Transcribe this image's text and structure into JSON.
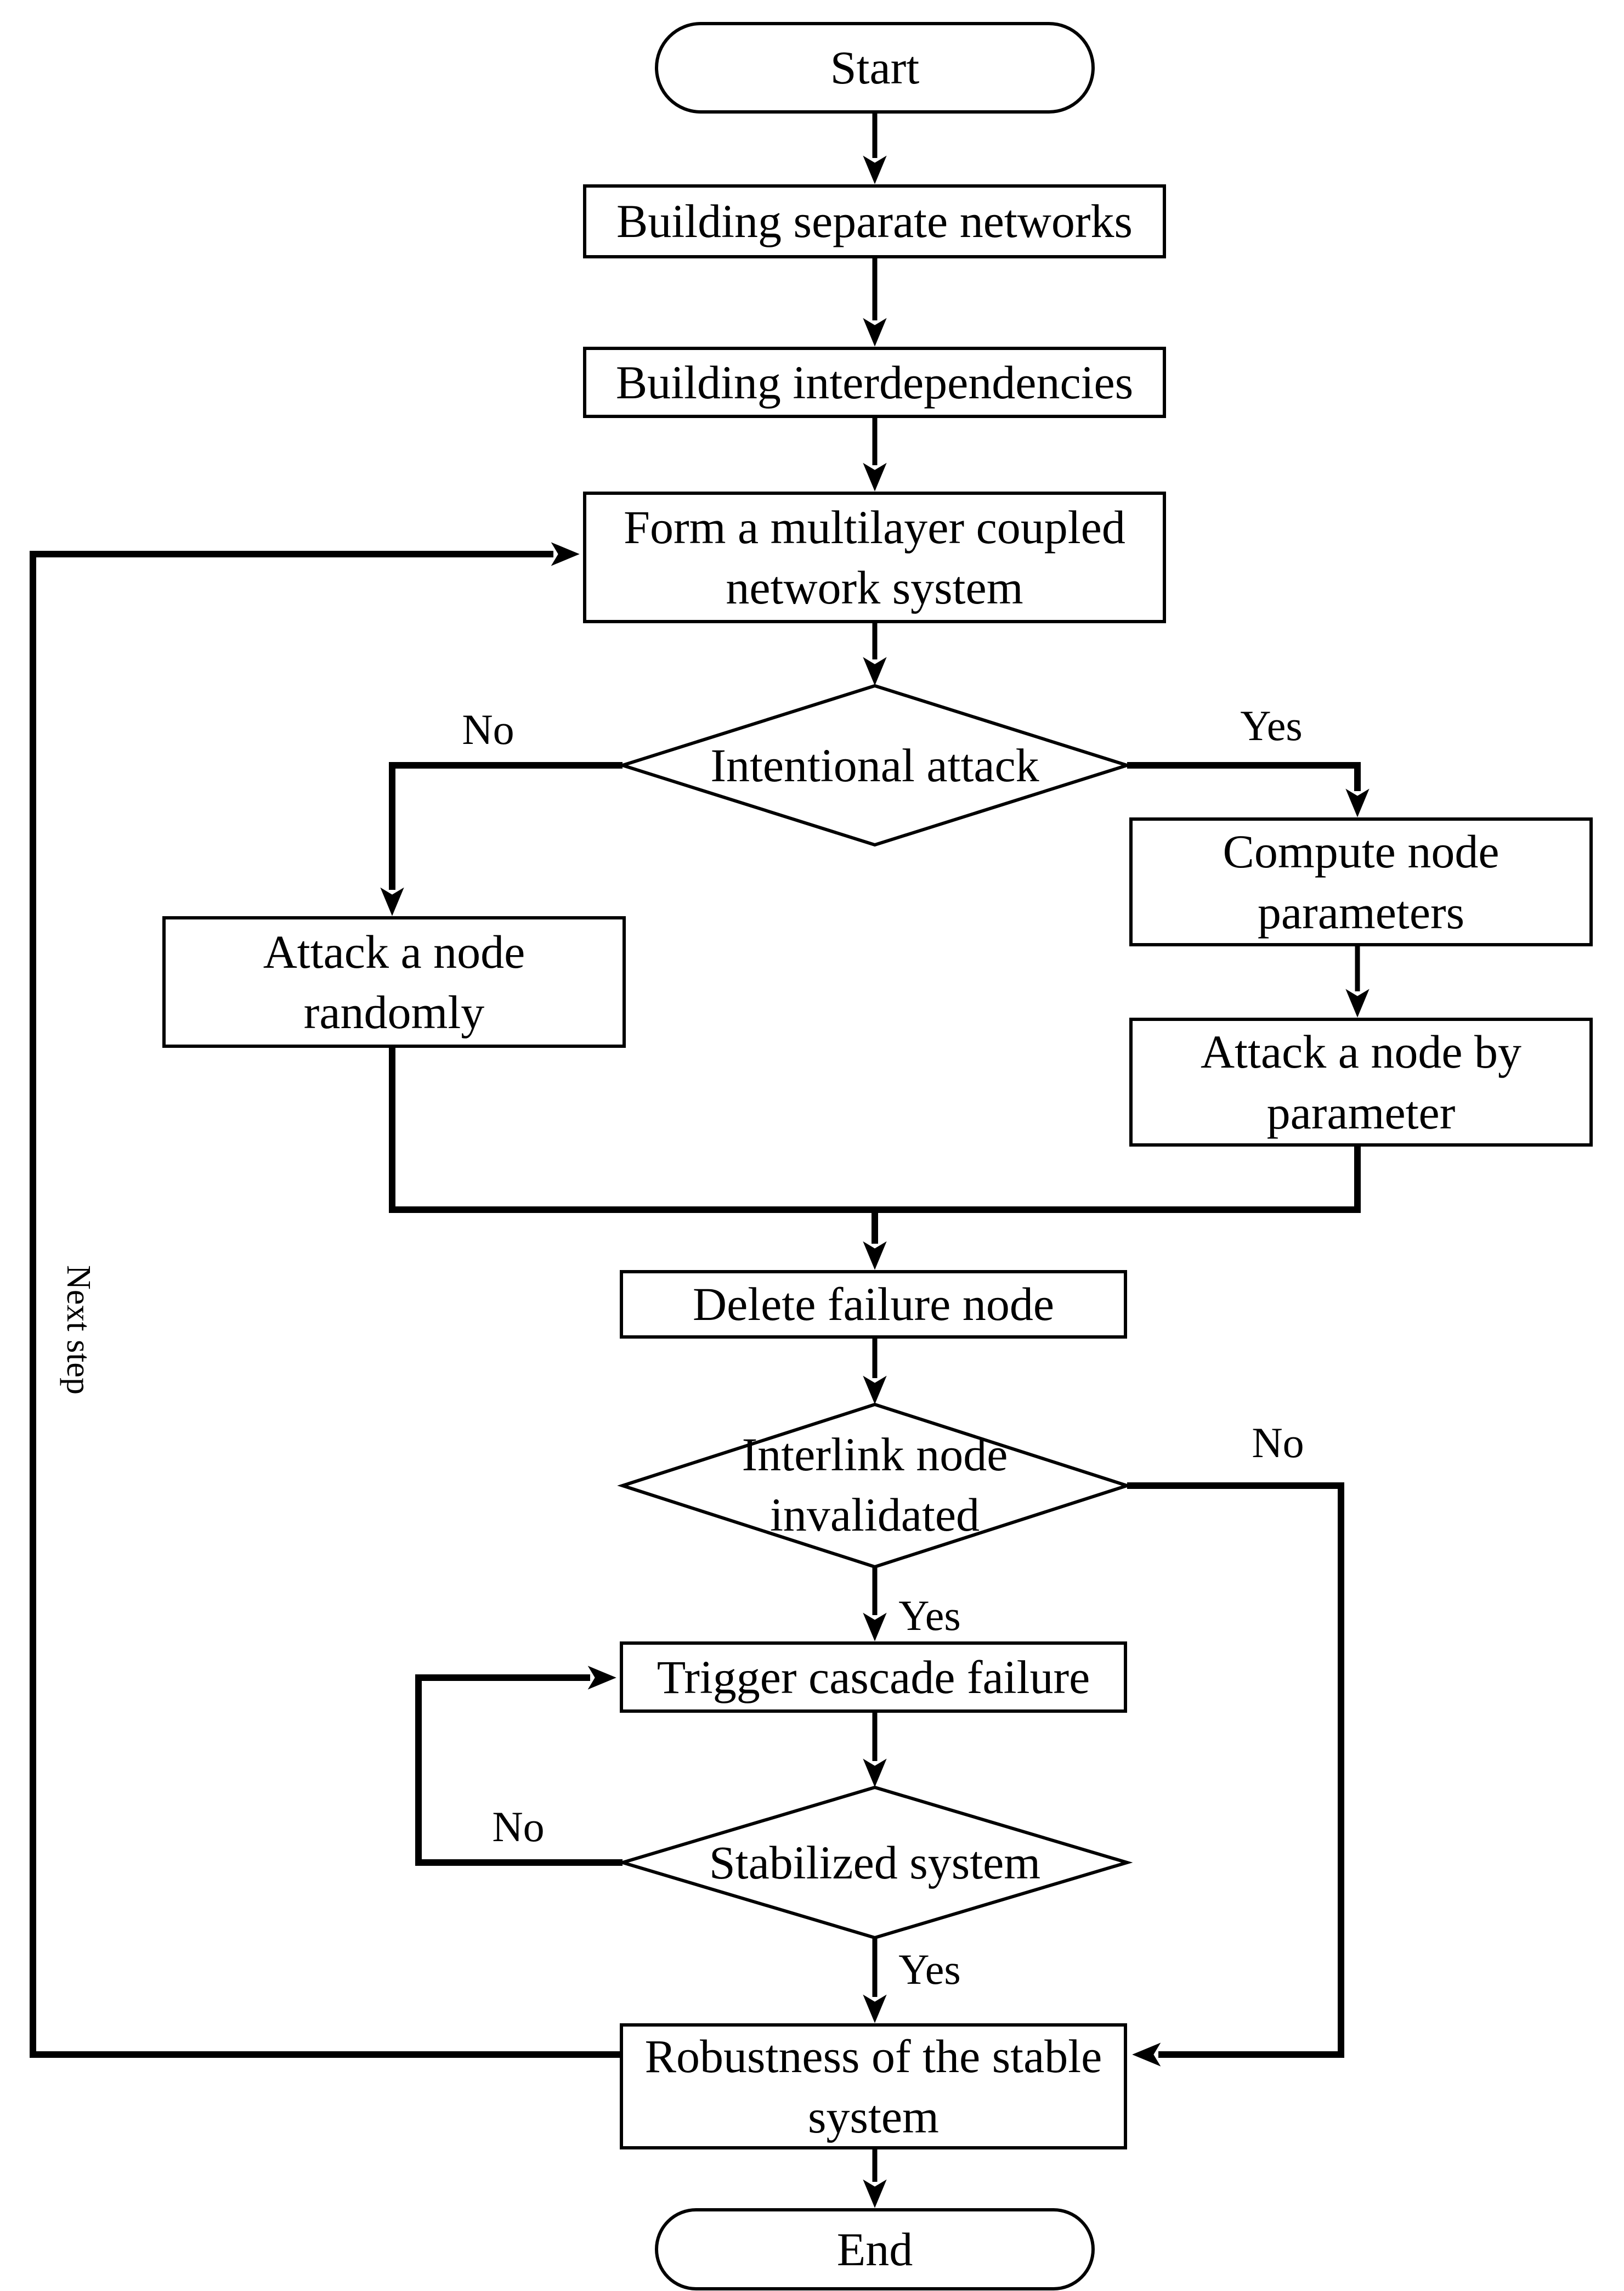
{
  "diagram": {
    "type": "flowchart",
    "colors": {
      "stroke": "#000000",
      "fill": "#ffffff",
      "background": "#ffffff"
    },
    "nodes": {
      "start": {
        "type": "terminator",
        "label": "Start"
      },
      "build_networks": {
        "type": "process",
        "label": "Building separate networks"
      },
      "build_interdep": {
        "type": "process",
        "label": "Building interdependencies"
      },
      "form_system": {
        "type": "process",
        "label": "Form a multilayer coupled\nnetwork system"
      },
      "intentional": {
        "type": "decision",
        "label": "Intentional attack"
      },
      "attack_random": {
        "type": "process",
        "label": "Attack a node\nrandomly"
      },
      "compute_params": {
        "type": "process",
        "label": "Compute node\nparameters"
      },
      "attack_param": {
        "type": "process",
        "label": "Attack a node by\nparameter"
      },
      "delete_node": {
        "type": "process",
        "label": "Delete failure node"
      },
      "interlink": {
        "type": "decision",
        "label": "Interlink node\ninvalidated"
      },
      "trigger": {
        "type": "process",
        "label": "Trigger cascade failure"
      },
      "stabilized": {
        "type": "decision",
        "label": "Stabilized system"
      },
      "robustness": {
        "type": "process",
        "label": "Robustness of the stable\nsystem"
      },
      "end": {
        "type": "terminator",
        "label": "End"
      }
    },
    "edge_labels": {
      "intentional_no": "No",
      "intentional_yes": "Yes",
      "interlink_no": "No",
      "interlink_yes": "Yes",
      "stabilized_no": "No",
      "stabilized_yes": "Yes",
      "next_step": "Next step"
    },
    "edges": [
      "Start -> Building separate networks",
      "Building separate networks -> Building interdependencies",
      "Building interdependencies -> Form a multilayer coupled network system",
      "Form a multilayer coupled network system -> Intentional attack",
      "Intentional attack -No-> Attack a node randomly",
      "Intentional attack -Yes-> Compute node parameters",
      "Compute node parameters -> Attack a node by parameter",
      "Attack a node randomly -> Delete failure node",
      "Attack a node by parameter -> Delete failure node",
      "Delete failure node -> Interlink node invalidated",
      "Interlink node invalidated -Yes-> Trigger cascade failure",
      "Interlink node invalidated -No-> Robustness of the stable system",
      "Trigger cascade failure -> Stabilized system",
      "Stabilized system -No-> Trigger cascade failure",
      "Stabilized system -Yes-> Robustness of the stable system",
      "Robustness of the stable system -Next step-> Form a multilayer coupled network system",
      "Robustness of the stable system -> End"
    ]
  }
}
